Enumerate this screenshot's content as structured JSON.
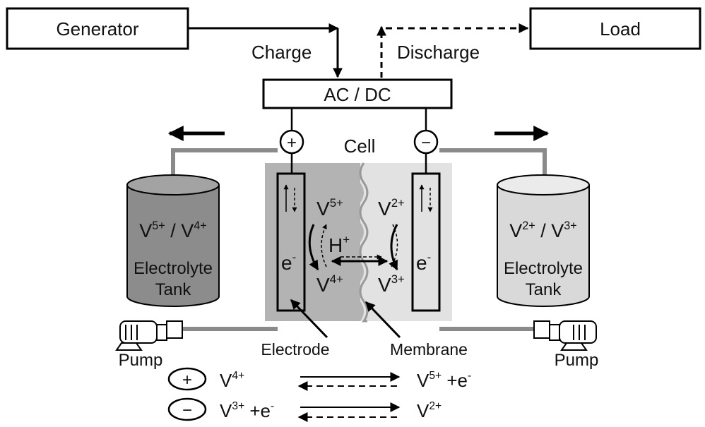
{
  "blocks": {
    "generator": "Generator",
    "load": "Load",
    "acdc": "AC / DC",
    "cell": "Cell"
  },
  "flows": {
    "charge": "Charge",
    "discharge": "Discharge"
  },
  "terminals": {
    "positive": "+",
    "negative": "−"
  },
  "tanks": {
    "left": {
      "base1": "V",
      "sup1": "5+",
      "sep": " / ",
      "base2": "V",
      "sup2": "4+",
      "line2": "Electrolyte",
      "line3": "Tank"
    },
    "right": {
      "base1": "V",
      "sup1": "2+",
      "sep": " / ",
      "base2": "V",
      "sup2": "3+",
      "line2": "Electrolyte",
      "line3": "Tank"
    }
  },
  "ions": {
    "left_top": {
      "base": "V",
      "sup": "5+"
    },
    "left_bottom": {
      "base": "V",
      "sup": "4+"
    },
    "right_top": {
      "base": "V",
      "sup": "2+"
    },
    "right_bottom": {
      "base": "V",
      "sup": "3+"
    },
    "proton": {
      "base": "H",
      "sup": "+"
    },
    "electron_left": {
      "base": "e",
      "sup": "-"
    },
    "electron_right": {
      "base": "e",
      "sup": "-"
    }
  },
  "callouts": {
    "electrode": "Electrode",
    "membrane": "Membrane",
    "pump_left": "Pump",
    "pump_right": "Pump"
  },
  "reactions": {
    "positive": {
      "sign": "+",
      "lhs": {
        "base": "V",
        "sup": "4+",
        "tail": ""
      },
      "rhs": {
        "base": "V",
        "sup": "5+",
        "tail": " +e",
        "tail_sup": "-"
      }
    },
    "negative": {
      "sign": "−",
      "lhs": {
        "base": "V",
        "sup": "3+",
        "tail": " +e",
        "tail_sup": "-"
      },
      "rhs": {
        "base": "V",
        "sup": "2+",
        "tail": ""
      }
    }
  },
  "colors": {
    "dark_electrolyte": "#8c8c8c",
    "light_electrolyte": "#d9d9d9",
    "left_half_cell": "#b3b3b3",
    "right_half_cell": "#e2e2e2",
    "pipe": "#8a8a8a",
    "ink": "#000000"
  }
}
